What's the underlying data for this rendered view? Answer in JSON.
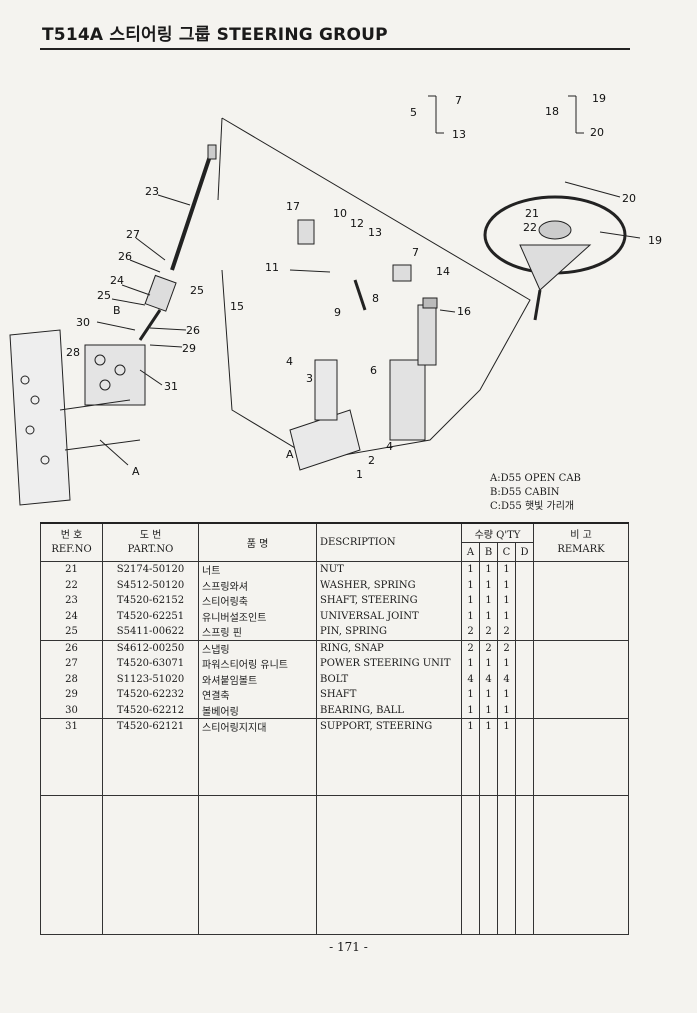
{
  "title": "T514A 스티어링 그룹 STEERING GROUP",
  "diagram": {
    "callouts": [
      "1",
      "2",
      "3",
      "4",
      "4",
      "5",
      "6",
      "7",
      "7",
      "8",
      "9",
      "10",
      "11",
      "12",
      "13",
      "13",
      "14",
      "15",
      "16",
      "17",
      "18",
      "19",
      "19",
      "20",
      "20",
      "21",
      "22",
      "23",
      "24",
      "25",
      "25",
      "26",
      "26",
      "27",
      "28",
      "29",
      "30",
      "31",
      "A",
      "B",
      "A"
    ]
  },
  "legend": [
    "A:D55 OPEN CAB",
    "B:D55 CABIN",
    "C:D55 햇빛 가리개"
  ],
  "table": {
    "headers": {
      "no_kr": "번 호",
      "no_en": "REF.NO",
      "part_kr": "도 번",
      "part_en": "PART.NO",
      "name_kr": "품 명",
      "desc": "DESCRIPTION",
      "qty": "수량 Q'TY",
      "qa": "A",
      "qb": "B",
      "qc": "C",
      "qd": "D",
      "remark_kr": "비 고",
      "remark_en": "REMARK"
    },
    "rows": [
      {
        "no": "21",
        "part": "S2174-50120",
        "kr": "너트",
        "desc": "NUT",
        "a": "1",
        "b": "1",
        "c": "1",
        "d": ""
      },
      {
        "no": "22",
        "part": "S4512-50120",
        "kr": "스프링와셔",
        "desc": "WASHER, SPRING",
        "a": "1",
        "b": "1",
        "c": "1",
        "d": ""
      },
      {
        "no": "23",
        "part": "T4520-62152",
        "kr": "스티어링축",
        "desc": "SHAFT, STEERING",
        "a": "1",
        "b": "1",
        "c": "1",
        "d": ""
      },
      {
        "no": "24",
        "part": "T4520-62251",
        "kr": "유니버설조인트",
        "desc": "UNIVERSAL JOINT",
        "a": "1",
        "b": "1",
        "c": "1",
        "d": ""
      },
      {
        "no": "25",
        "part": "S5411-00622",
        "kr": "스프링 핀",
        "desc": "PIN, SPRING",
        "a": "2",
        "b": "2",
        "c": "2",
        "d": ""
      },
      {
        "no": "26",
        "part": "S4612-00250",
        "kr": "스냅링",
        "desc": "RING, SNAP",
        "a": "2",
        "b": "2",
        "c": "2",
        "d": ""
      },
      {
        "no": "27",
        "part": "T4520-63071",
        "kr": "파워스티어링 유니트",
        "desc": "POWER STEERING UNIT",
        "a": "1",
        "b": "1",
        "c": "1",
        "d": ""
      },
      {
        "no": "28",
        "part": "S1123-51020",
        "kr": "와셔붙임볼트",
        "desc": "BOLT",
        "a": "4",
        "b": "4",
        "c": "4",
        "d": ""
      },
      {
        "no": "29",
        "part": "T4520-62232",
        "kr": "연결축",
        "desc": "SHAFT",
        "a": "1",
        "b": "1",
        "c": "1",
        "d": ""
      },
      {
        "no": "30",
        "part": "T4520-62212",
        "kr": "볼베어링",
        "desc": "BEARING, BALL",
        "a": "1",
        "b": "1",
        "c": "1",
        "d": ""
      },
      {
        "no": "31",
        "part": "T4520-62121",
        "kr": "스티어링지지대",
        "desc": "SUPPORT, STEERING",
        "a": "1",
        "b": "1",
        "c": "1",
        "d": ""
      }
    ]
  },
  "page_number": "- 171 -"
}
